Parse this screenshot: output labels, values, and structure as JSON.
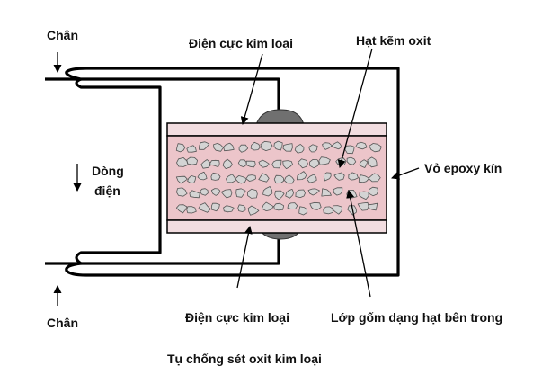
{
  "labels": {
    "lead_top": "Chân",
    "lead_bottom": "Chân",
    "current_line1": "Dòng",
    "current_line2": "điện",
    "electrode_top": "Điện cực kim loại",
    "electrode_bottom": "Điện cực kim loại",
    "zinc_oxide_grains": "Hạt kẽm oxit",
    "epoxy_case": "Vỏ epoxy kín",
    "ceramic_layer": "Lớp gốm dạng hạt bên trong",
    "caption": "Tụ chống sét oxit kim loại"
  },
  "colors": {
    "outline": "#000000",
    "electrode_fill": "#f2dde0",
    "core_fill": "#ecc5ca",
    "grain_fill": "#d4d4d4",
    "grain_stroke": "#555555",
    "contact_fill": "#707070"
  }
}
